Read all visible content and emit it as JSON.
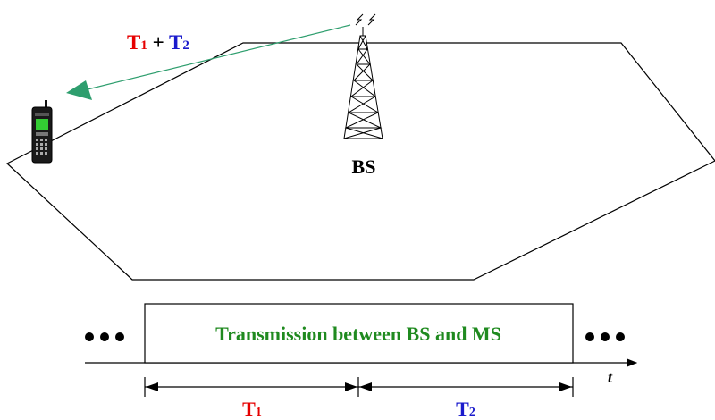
{
  "arrow_label": {
    "t1_letter": "T",
    "t1_sub": "1",
    "plus": " + ",
    "t2_letter": "T",
    "t2_sub": "2"
  },
  "bs_label": "BS",
  "timeline": {
    "box_text": "Transmission between BS and MS",
    "axis_label": "t",
    "interval_1": {
      "letter": "T",
      "sub": "1"
    },
    "interval_2": {
      "letter": "T",
      "sub": "2"
    }
  },
  "colors": {
    "t1": "#e60000",
    "t2": "#1a1acc",
    "box_text": "#1f8a1f",
    "arrow": "#2e9e6e",
    "lines": "#000000"
  },
  "icons": [
    "base-station-tower-icon",
    "mobile-phone-icon",
    "ellipsis-dots-icon"
  ]
}
